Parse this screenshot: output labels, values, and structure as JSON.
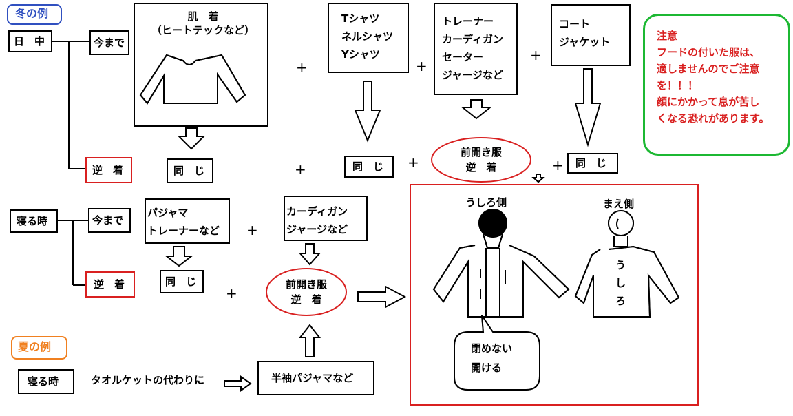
{
  "winter": {
    "title": "冬の例",
    "day_label": "日　中",
    "until_now": "今まで",
    "reverse": "逆　着",
    "undershirt": "肌　着\n（ヒートテックなど）",
    "shirts": "Tシャツ\nネルシャツ\nYシャツ",
    "sweaters": "トレーナー\nカーディガン\nセーター\nジャージなど",
    "coat": "コート\nジャケット",
    "same": "同　じ",
    "front_open": "前開き服\n逆　着",
    "sleep_label": "寝る時",
    "pajama": "パジャマ\nトレーナーなど",
    "cardigan": "カーディガン\nジャージなど"
  },
  "notice": {
    "text": "注意\nフードの付いた服は、\n適しませんのでご注意\nを！！！\n顔にかかって息が苦し\nくなる恐れがあります。"
  },
  "figure": {
    "back_label": "うしろ側",
    "front_label": "まえ側",
    "back_text": "う\nし\nろ",
    "bubble": "閉めない\n開ける"
  },
  "summer": {
    "title": "夏の例",
    "sleep_label": "寝る時",
    "towel_text": "タオルケットの代わりに",
    "short_pajama": "半袖パジャマなど"
  },
  "plus": "+",
  "colors": {
    "red": "#d92020",
    "blue": "#3050c0",
    "orange": "#f08020",
    "green": "#1cb832"
  }
}
